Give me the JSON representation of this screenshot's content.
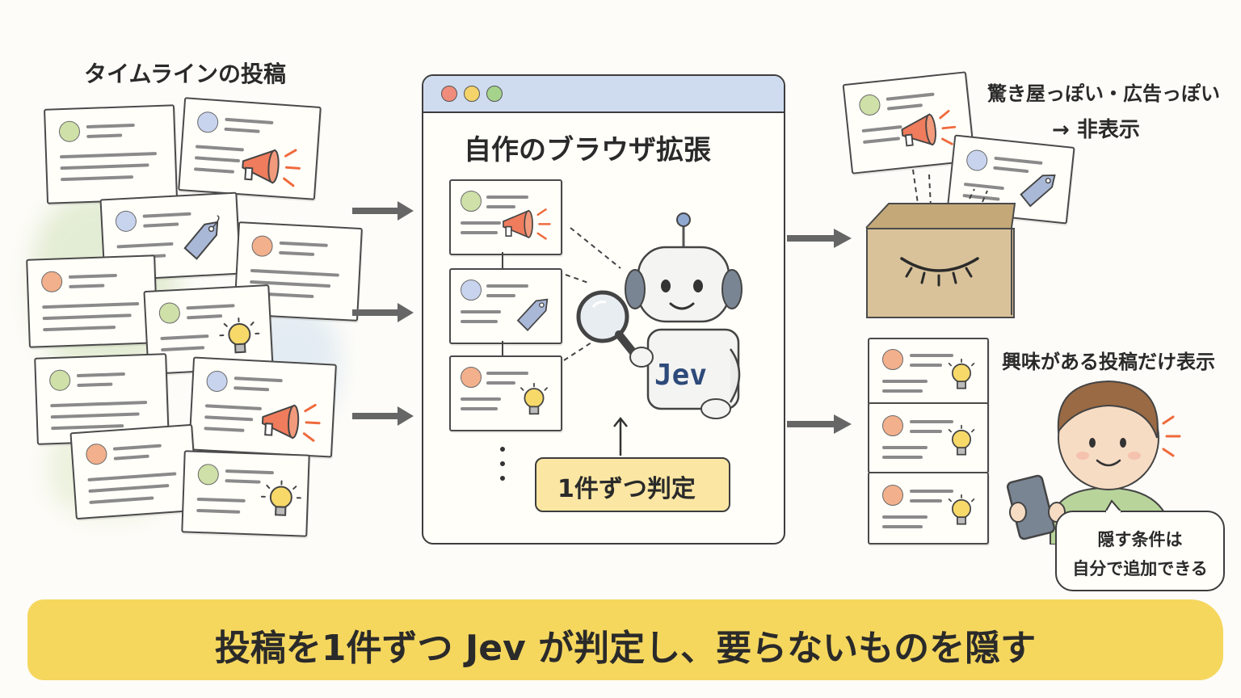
{
  "timeline": {
    "label": "タイムラインの投稿"
  },
  "extension": {
    "title": "自作のブラウザ拡張",
    "judge_label": "1件ずつ判定",
    "robot_name": "Jev"
  },
  "hidden": {
    "label_line1": "驚き屋っぽい・広告っぽい",
    "label_line2": "→ 非表示"
  },
  "shown": {
    "label": "興味がある投稿だけ表示",
    "bubble_line1": "隠す条件は",
    "bubble_line2": "自分で追加できる"
  },
  "banner": {
    "text": "投稿を1件ずつ Jev が判定し、要らないものを隠す"
  },
  "colors": {
    "banner": "#f5d75e",
    "judge_box": "#fbe7a3",
    "browser_bar": "#cfdcef",
    "box": "#d9c29a"
  },
  "icons": [
    "megaphone-icon",
    "price-tag-icon",
    "lightbulb-icon",
    "magnifier-icon",
    "closed-eye-icon",
    "robot-icon",
    "tablet-icon"
  ]
}
